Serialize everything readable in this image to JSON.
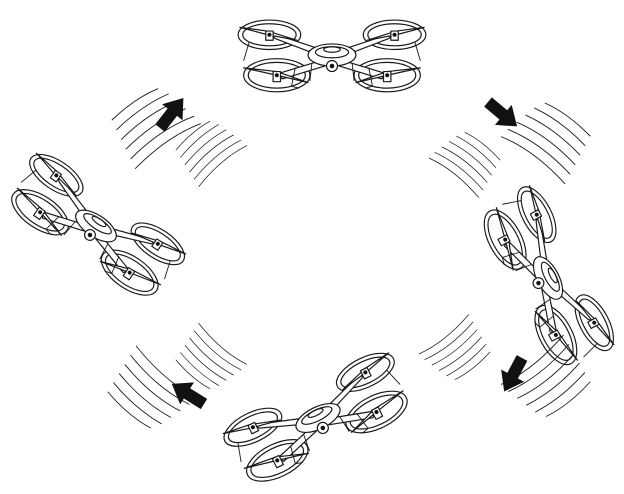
{
  "figure": {
    "kind": "illustration",
    "colors": {
      "ink": "#111111",
      "paper": "#ffffff"
    },
    "positions": [
      "top",
      "right",
      "bottom",
      "left"
    ],
    "arrows": [
      "arrow-top-right",
      "arrow-right-bottom",
      "arrow-bottom-left",
      "arrow-left-top"
    ],
    "icon_names": [
      "quadcopter-drone-icon",
      "arrow-icon",
      "motion-lines-icon"
    ]
  }
}
